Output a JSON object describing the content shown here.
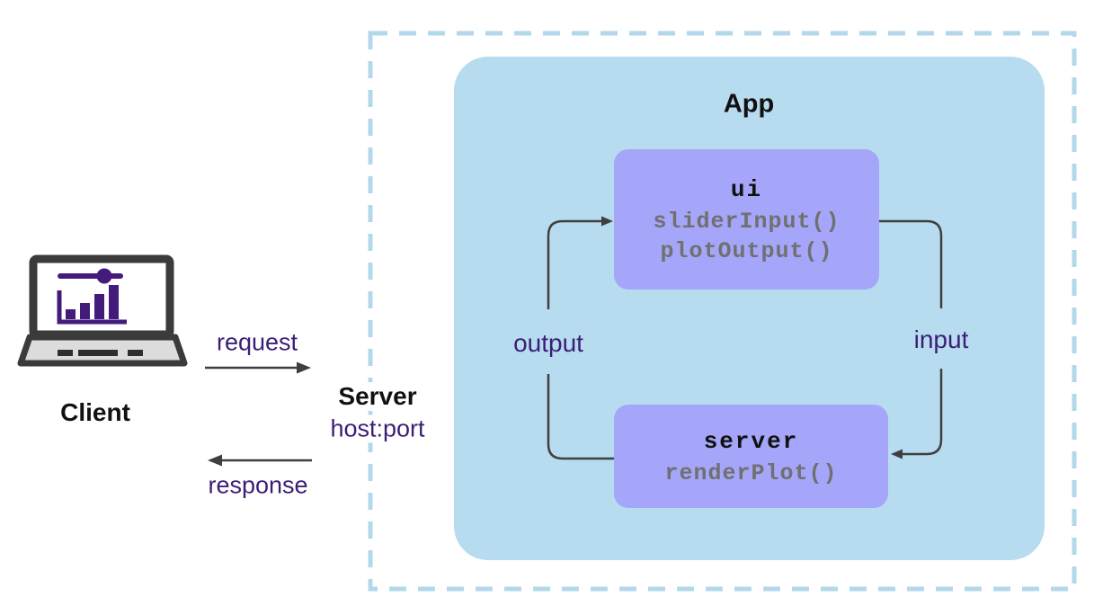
{
  "diagram": {
    "client": {
      "label": "Client",
      "icon": "laptop-chart-icon"
    },
    "request_label": "request",
    "response_label": "response",
    "server": {
      "label": "Server",
      "address": "host:port"
    },
    "app": {
      "title": "App",
      "ui_node": {
        "title": "ui",
        "code_lines": [
          "sliderInput()",
          "plotOutput()"
        ]
      },
      "server_node": {
        "title": "server",
        "code_lines": [
          "renderPlot()"
        ]
      },
      "output_label": "output",
      "input_label": "input"
    },
    "colors": {
      "app_background": "#b7dbef",
      "dashed_border": "#b3d8ec",
      "node_background": "#a5a6fa",
      "purple_text": "#3b1f76",
      "code_text": "#707070",
      "arrow": "#3f3f3f",
      "laptop_accent": "#431c7b"
    }
  }
}
